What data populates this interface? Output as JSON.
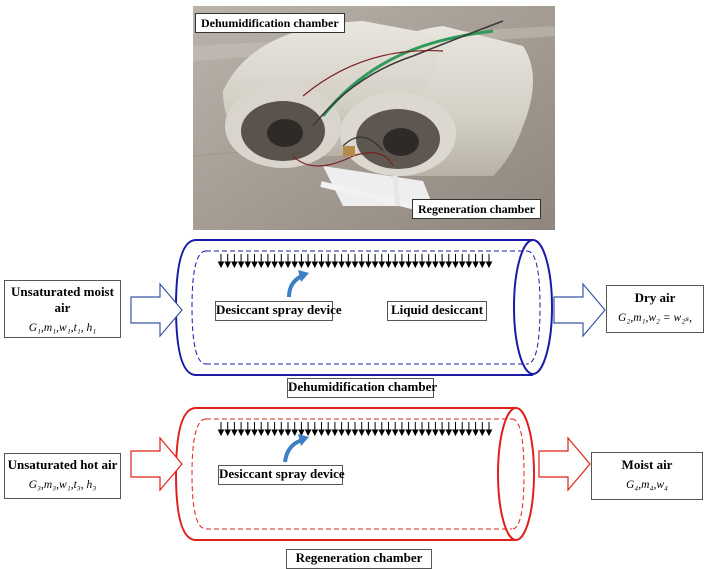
{
  "photo": {
    "label_top": "Dehumidification chamber",
    "label_bottom": "Regeneration chamber"
  },
  "dehumidification": {
    "inlet_title": "Unsaturated  moist air",
    "inlet_formula": "G₁,m₁,w₁,t₁, h₁",
    "outlet_title": "Dry air",
    "outlet_formula": "G₂,m₁,w₂ =  w₂ₛ,",
    "spray_label": "Desiccant spray device",
    "liquid_label": "Liquid desiccant",
    "chamber_label": "Dehumidification chamber",
    "color": "#1a1aa6"
  },
  "regeneration": {
    "inlet_title": "Unsaturated hot air",
    "inlet_formula": "G₃,m₃,w₁,t₃, h₃",
    "outlet_title": "Moist air",
    "outlet_formula": "G₄,m₄,w₄",
    "spray_label": "Desiccant spray device",
    "chamber_label": "Regeneration chamber",
    "color": "#e0201b"
  },
  "spray_arrow_color": "#3e7ec2"
}
